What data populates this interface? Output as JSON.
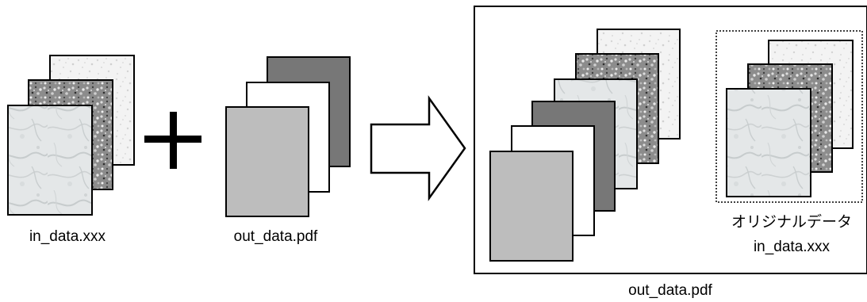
{
  "left_group": {
    "label": "in_data.xxx"
  },
  "plus_sign": {
    "symbol": "+"
  },
  "middle_group": {
    "label": "out_data.pdf"
  },
  "arrow": {
    "direction": "right"
  },
  "result_group": {
    "label": "out_data.pdf",
    "embedded_label_line1": "オリジナルデータ",
    "embedded_label_line2": "in_data.xxx"
  },
  "colors": {
    "light_gray_page": "#bdbdbd",
    "dark_gray_page": "#777777",
    "white_page": "#ffffff",
    "outline": "#000000"
  }
}
